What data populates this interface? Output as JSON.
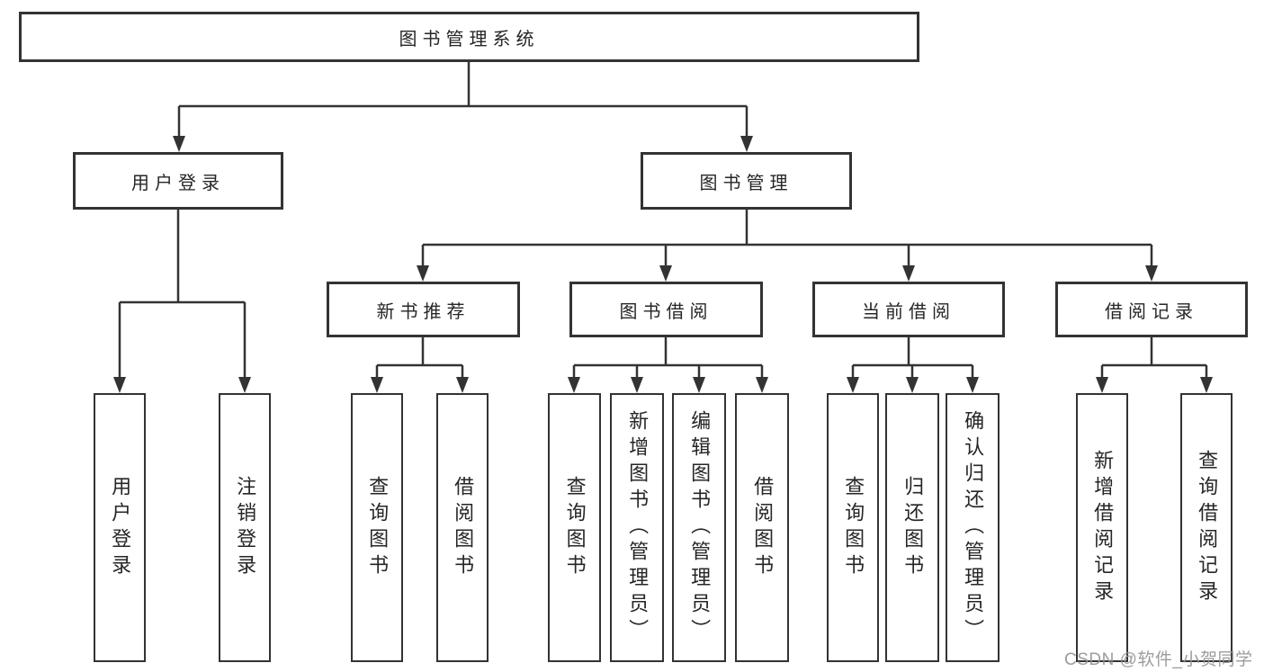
{
  "diagram": {
    "root": {
      "label": "图书管理系统"
    },
    "level2": [
      {
        "label": "用户登录"
      },
      {
        "label": "图书管理"
      }
    ],
    "level3": [
      {
        "label": "新书推荐"
      },
      {
        "label": "图书借阅"
      },
      {
        "label": "当前借阅"
      },
      {
        "label": "借阅记录"
      }
    ],
    "leaves": [
      {
        "label": "用户登录"
      },
      {
        "label": "注销登录"
      },
      {
        "label": "查询图书"
      },
      {
        "label": "借阅图书"
      },
      {
        "label": "查询图书"
      },
      {
        "label": "新增图书（管理员）"
      },
      {
        "label": "编辑图书（管理员）"
      },
      {
        "label": "借阅图书"
      },
      {
        "label": "查询图书"
      },
      {
        "label": "归还图书"
      },
      {
        "label": "确认归还（管理员）"
      },
      {
        "label": "新增借阅记录"
      },
      {
        "label": "查询借阅记录"
      }
    ]
  },
  "watermark": {
    "text": "CSDN @软件_小贺同学"
  },
  "colors": {
    "line": "#333333",
    "text": "#262626",
    "background": "#ffffff",
    "watermark": "#949494"
  }
}
